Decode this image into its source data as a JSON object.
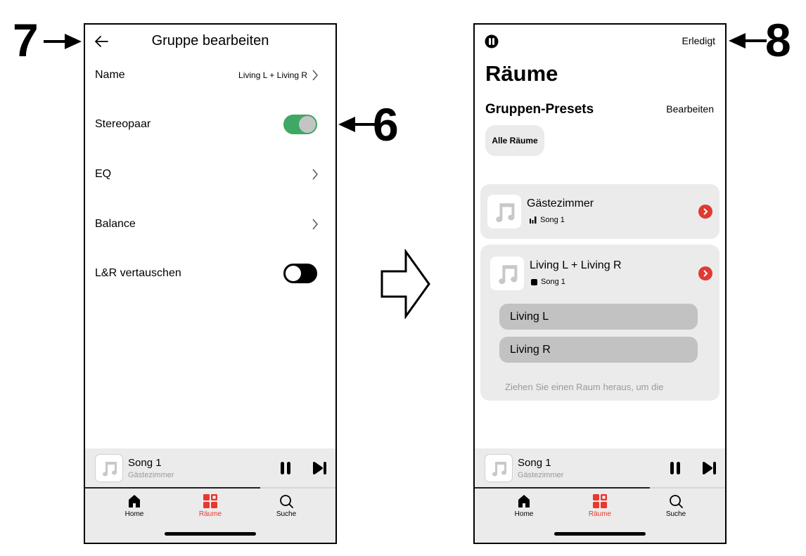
{
  "callouts": [
    {
      "number": "7",
      "target": "back-button"
    },
    {
      "number": "6",
      "target": "stereo-pair-toggle"
    },
    {
      "number": "8",
      "target": "done-button"
    }
  ],
  "left_screen": {
    "header": {
      "title": "Gruppe bearbeiten",
      "back_icon": "arrow-left-icon"
    },
    "rows": [
      {
        "label": "Name",
        "value": "Living L + Living R",
        "control": "chevron"
      },
      {
        "label": "Stereopaar",
        "control": "toggle",
        "state": "on"
      },
      {
        "label": "EQ",
        "control": "chevron"
      },
      {
        "label": "Balance",
        "control": "chevron"
      },
      {
        "label": "L&R vertauschen",
        "control": "toggle",
        "state": "off"
      }
    ]
  },
  "right_screen": {
    "header": {
      "pause_icon": "pause-circle-icon",
      "done_label": "Erledigt"
    },
    "title": "Räume",
    "section": {
      "title": "Gruppen-Presets",
      "edit_label": "Bearbeiten"
    },
    "chips": [
      {
        "label": "Alle Räume"
      }
    ],
    "rooms": [
      {
        "name": "Gästezimmer",
        "status_icon": "playing-bars-icon",
        "track": "Song 1"
      },
      {
        "name": "Living L + Living R",
        "status_icon": "stopped-square-icon",
        "track": "Song 1",
        "members": [
          {
            "label": "Living L"
          },
          {
            "label": "Living R"
          }
        ],
        "hint": "Ziehen Sie einen Raum heraus, um die"
      }
    ]
  },
  "mini_player": {
    "song": "Song 1",
    "room": "Gästezimmer",
    "progress_pct": 70
  },
  "tabbar": {
    "tabs": [
      {
        "label": "Home",
        "icon": "home-icon",
        "active": false
      },
      {
        "label": "Räume",
        "icon": "rooms-icon",
        "active": true
      },
      {
        "label": "Suche",
        "icon": "search-icon",
        "active": false
      }
    ]
  },
  "colors": {
    "accent": "#e8382f",
    "toggle_on": "#3fa865",
    "card_bg": "#ebebeb",
    "pill_bg": "#c2c2c2"
  }
}
